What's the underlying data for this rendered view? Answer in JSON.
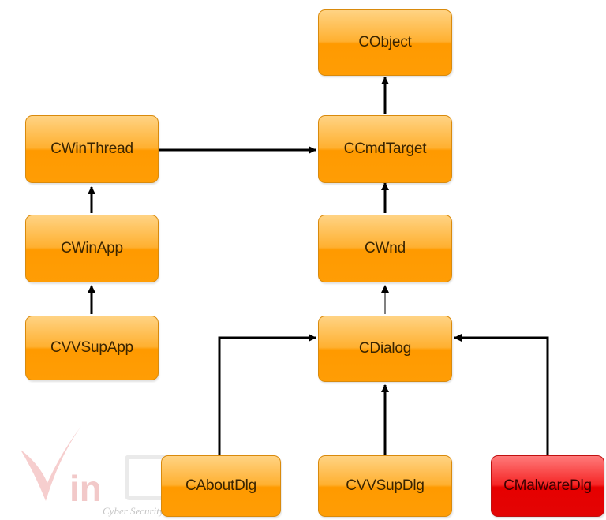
{
  "nodes": {
    "cobject": "CObject",
    "cwinthread": "CWinThread",
    "ccmdtarget": "CCmdTarget",
    "cwinapp": "CWinApp",
    "cwnd": "CWnd",
    "cvvsupapp": "CVVSupApp",
    "cdialog": "CDialog",
    "caboutdlg": "CAboutDlg",
    "cvvsupdlg": "CVVSupDlg",
    "cmalwaredlg": "CMalwareDlg"
  },
  "edges": [
    {
      "from": "CCmdTarget",
      "to": "CObject"
    },
    {
      "from": "CWinThread",
      "to": "CCmdTarget"
    },
    {
      "from": "CWinApp",
      "to": "CWinThread"
    },
    {
      "from": "CVVSupApp",
      "to": "CWinApp"
    },
    {
      "from": "CWnd",
      "to": "CCmdTarget"
    },
    {
      "from": "CDialog",
      "to": "CWnd"
    },
    {
      "from": "CAboutDlg",
      "to": "CDialog"
    },
    {
      "from": "CVVSupDlg",
      "to": "CDialog"
    },
    {
      "from": "CMalwareDlg",
      "to": "CDialog"
    }
  ],
  "colors": {
    "node_fill": "#ffa500",
    "highlight_fill": "#ee1111",
    "arrow": "#000000"
  },
  "watermark": {
    "brand_fragment": "in",
    "tagline": "Cyber Security Services"
  }
}
